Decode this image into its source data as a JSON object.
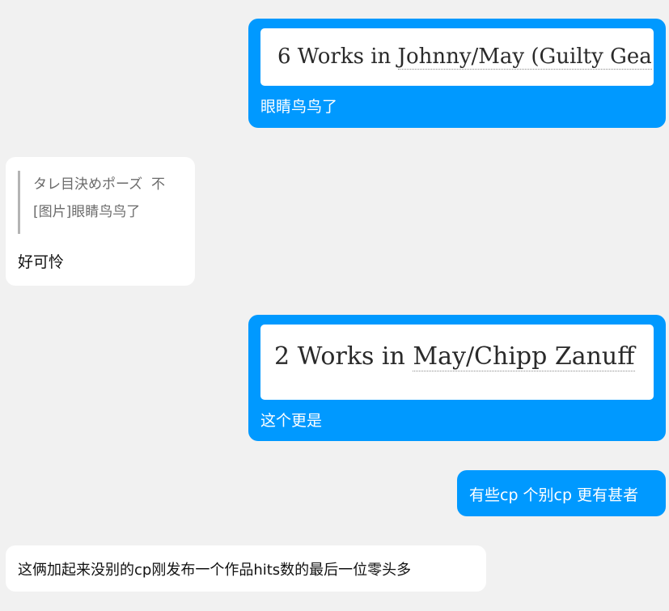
{
  "colors": {
    "background": "#f1f1f1",
    "outgoing_bubble": "#0099ff",
    "incoming_bubble": "#ffffff",
    "quote_bar": "#b4b4b4"
  },
  "messages": [
    {
      "direction": "outgoing",
      "type": "link-card",
      "card": {
        "prefix": "6 Works in ",
        "link": "Johnny/May (Guilty Gea"
      },
      "text": "眼睛鸟鸟了"
    },
    {
      "direction": "incoming",
      "type": "reply",
      "quote": {
        "line1": "タレ目決めポーズ  不",
        "line2": "[图片]眼睛鸟鸟了"
      },
      "text": "好可怜"
    },
    {
      "direction": "outgoing",
      "type": "link-card",
      "card": {
        "prefix": "2 Works in ",
        "link": "May/Chipp Zanuff"
      },
      "text": "这个更是"
    },
    {
      "direction": "outgoing",
      "type": "text",
      "text": "有些cp 个别cp 更有甚者"
    },
    {
      "direction": "incoming",
      "type": "text",
      "text": "这俩加起来没别的cp刚发布一个作品hits数的最后一位零头多"
    }
  ]
}
